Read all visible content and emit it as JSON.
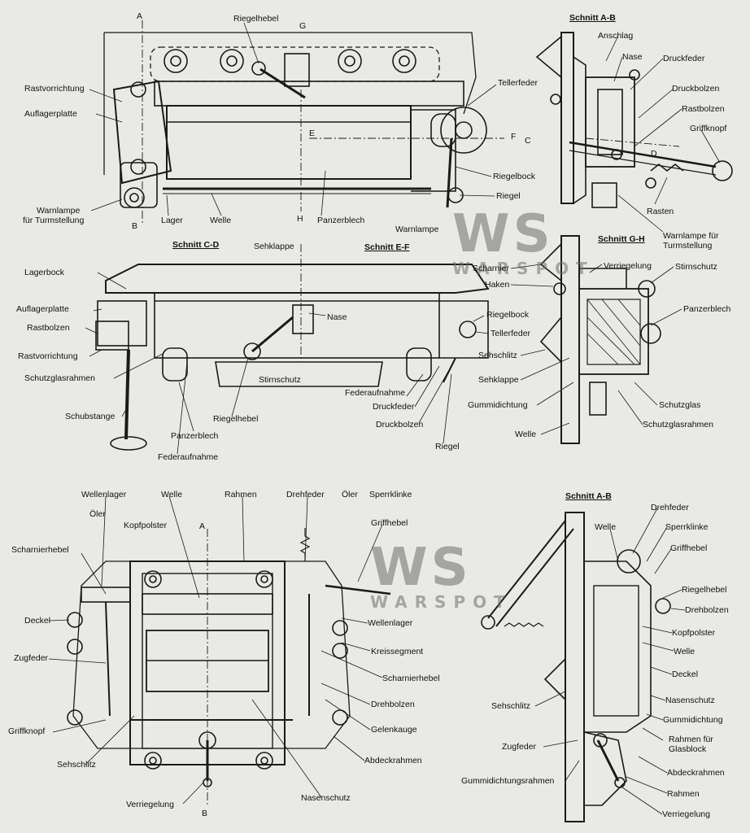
{
  "watermark": {
    "logo": "WS",
    "text": "WARSPOT"
  },
  "section_titles": {
    "ab_top": "Schnitt A-B",
    "cd": "Schnitt C-D",
    "ef": "Schnitt E-F",
    "gh": "Schnitt G-H",
    "ab_bottom": "Schnitt A-B"
  },
  "markers": {
    "a": "A",
    "b": "B",
    "g": "G",
    "e": "E",
    "f": "F",
    "h": "H",
    "c": "C",
    "d": "D"
  },
  "labels": {
    "riegelhebel_top": "Riegelhebel",
    "rastvorrichtung_top": "Rastvorrichtung",
    "auflagerplatte_top": "Auflagerplatte",
    "tellerfeder_top": "Tellerfeder",
    "riegelbock_top": "Riegelbock",
    "riegel_top": "Riegel",
    "warnlampe_top": "Warnlampe",
    "warnlampe_turm_l1": "Warnlampe",
    "warnlampe_turm_l2": "für Turmstellung",
    "lager": "Lager",
    "welle_top": "Welle",
    "panzerblech_top": "Panzerblech",
    "anschlag": "Anschlag",
    "nase_ab": "Nase",
    "druckfeder_ab": "Druckfeder",
    "druckbolzen_ab": "Druckbolzen",
    "rastbolzen_ab": "Rastbolzen",
    "griffknopf_ab": "Griffknopf",
    "rasten": "Rasten",
    "warnlampe_ab_l1": "Warnlampe für",
    "warnlampe_ab_l2": "Turmstellung",
    "sehklappe_mid": "Sehklappe",
    "lagerbock": "Lagerbock",
    "auflagerplatte_mid": "Auflagerplatte",
    "rastbolzen_mid": "Rastbolzen",
    "rastvorrichtung_mid": "Rastvorrichtung",
    "schutzglasrahmen_mid": "Schutzglasrahmen",
    "schubstange": "Schubstange",
    "panzerblech_mid": "Panzerblech",
    "federaufnahme_mid": "Federaufnahme",
    "riegelhebel_mid": "Riegelhebel",
    "stirnschutz_mid": "Stirnschutz",
    "federaufnahme_ef": "Federaufnahme",
    "druckfeder_ef": "Druckfeder",
    "druckbolzen_ef": "Druckbolzen",
    "riegel_ef": "Riegel",
    "nase_mid": "Nase",
    "riegelbock_ef": "Riegelbock",
    "tellerfeder_ef": "Tellerfeder",
    "scharnier_gh": "Scharnier",
    "haken_gh": "Haken",
    "verriegelung_gh": "Verriegelung",
    "stirnschutz_gh": "Stirnschutz",
    "panzerblech_gh": "Panzerblech",
    "sehschlitz_gh": "Sehschlitz",
    "sehklappe_gh": "Sehklappe",
    "gummidichtung_gh": "Gummidichtung",
    "schutzglas_gh": "Schutzglas",
    "schutzglasrahmen_gh": "Schutzglasrahmen",
    "welle_gh": "Welle",
    "wellenlager_bl": "Wellenlager",
    "welle_bl": "Welle",
    "rahmen_bl": "Rahmen",
    "drehfeder_bl": "Drehfeder",
    "oler_bl1": "Öler",
    "oler_bl2": "Öler",
    "sperrklinke_bl": "Sperrklinke",
    "kopfpolster_bl": "Kopfpolster",
    "griffhebel_bl": "Griffhebel",
    "scharnierhebel_bl": "Scharnierhebel",
    "deckel_bl": "Deckel",
    "zugfeder_bl": "Zugfeder",
    "griffknopf_bl": "Griffknopf",
    "sehschlitz_bl": "Sehschlitz",
    "verriegelung_bl": "Verriegelung",
    "nasenschutz_bl": "Nasenschutz",
    "abdeckrahmen_bl": "Abdeckrahmen",
    "gelenkauge_bl": "Gelenkauge",
    "drehbolzen_bl": "Drehbolzen",
    "scharnierhebel_bl2": "Scharnierhebel",
    "kreissegment_bl": "Kreissegment",
    "wellenlager_bl2": "Wellenlager",
    "welle_br": "Welle",
    "drehfeder_br": "Drehfeder",
    "sperrklinke_br": "Sperrklinke",
    "griffhebel_br": "Griffhebel",
    "riegelhebel_br": "Riegelhebel",
    "drehbolzen_br": "Drehbolzen",
    "kopfpolster_br": "Kopfpolster",
    "welle_br2": "Welle",
    "deckel_br": "Deckel",
    "nasenschutz_br": "Nasenschutz",
    "gummidichtung_br": "Gummidichtung",
    "rahmen_glas_l1": "Rahmen für",
    "rahmen_glas_l2": "Glasblock",
    "abdeckrahmen_br": "Abdeckrahmen",
    "rahmen_br": "Rahmen",
    "verriegelung_br": "Verriegelung",
    "sehschlitz_br": "Sehschlitz",
    "zugfeder_br": "Zugfeder",
    "gummidichtungsrahmen": "Gummidichtungsrahmen"
  }
}
